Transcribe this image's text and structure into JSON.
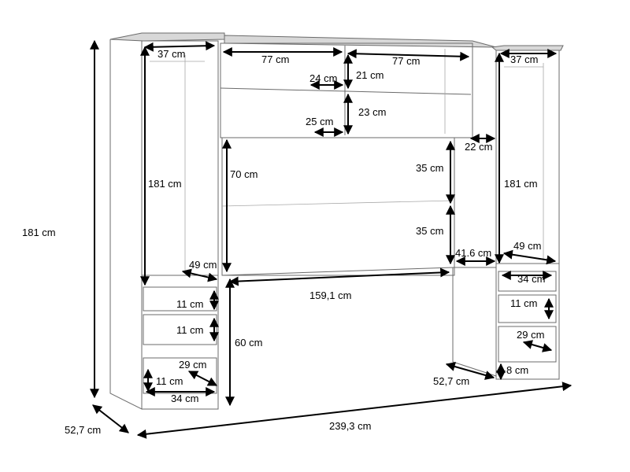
{
  "diagram": {
    "title": "Wardrobe bed-surround unit dimensions",
    "labels": {
      "left_top_width": "37 cm",
      "left_shelf_width": "77 cm",
      "right_shelf_width": "77 cm",
      "right_top_width": "37 cm",
      "shelf_depth_24": "24 cm",
      "upper_height_21": "21 cm",
      "lower_height_23": "23 cm",
      "shelf_depth_25": "25 cm",
      "bridge_depth_22": "22 cm",
      "left_inner_height": "181 cm",
      "headboard_height_70": "70 cm",
      "panel_upper_35": "35 cm",
      "right_inner_height": "181 cm",
      "total_height": "181 cm",
      "panel_lower_35": "35 cm",
      "left_depth_49": "49 cm",
      "gap_41_6": "41.6 cm",
      "right_depth_49": "49 cm",
      "bed_width": "159,1 cm",
      "right_drawer_width_34": "34 cm",
      "left_drawer1_11": "11 cm",
      "right_drawer_11": "11 cm",
      "left_drawer2_11": "11 cm",
      "bed_height_60": "60 cm",
      "right_drawer_depth_29": "29 cm",
      "left_drawer_depth_29": "29 cm",
      "left_drawer3_11": "11 cm",
      "side_depth_52_7": "52,7 cm",
      "right_plinth_8": "8 cm",
      "left_drawer_width_34": "34 cm",
      "total_depth": "52,7 cm",
      "total_width": "239,3 cm"
    }
  }
}
